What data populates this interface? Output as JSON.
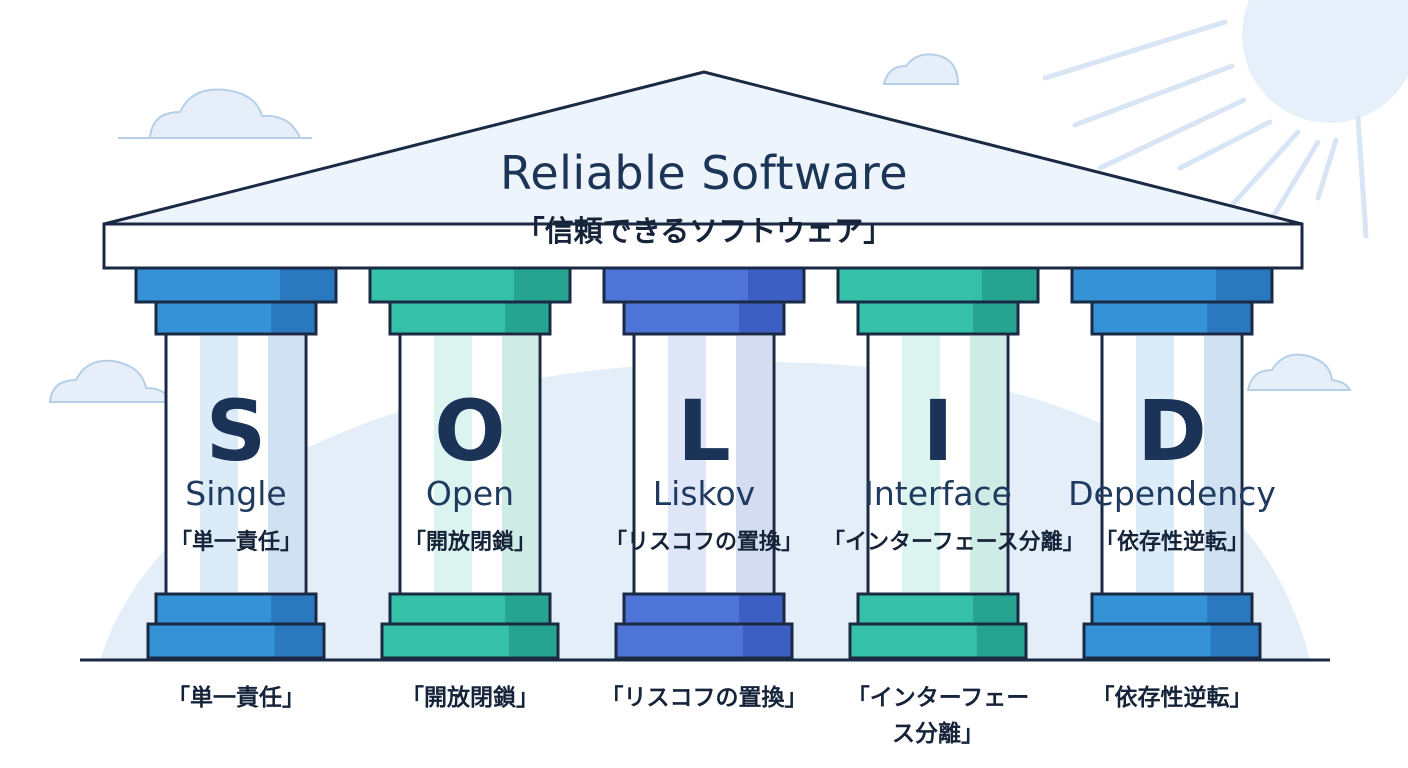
{
  "title": {
    "en": "Reliable Software",
    "ja": "「信頼できるソフトウェア」"
  },
  "pillars": [
    {
      "letter": "S",
      "english": "Single",
      "japanese": "「単一責任」",
      "caption": "「単一責任」",
      "color": "#3592d6",
      "shade": "#2a78bd"
    },
    {
      "letter": "O",
      "english": "Open",
      "japanese": "「開放閉鎖」",
      "caption": "「開放閉鎖」",
      "color": "#35c0a8",
      "shade": "#26a48f"
    },
    {
      "letter": "L",
      "english": "Liskov",
      "japanese": "「リスコフの置換」",
      "caption": "「リスコフの置換」",
      "color": "#4f74d8",
      "shade": "#3d5ec2"
    },
    {
      "letter": "I",
      "english": "Interface",
      "japanese": "「インターフェース分離」",
      "caption": "「インターフェース分離」",
      "color": "#35c0a8",
      "shade": "#26a48f"
    },
    {
      "letter": "D",
      "english": "Dependency",
      "japanese": "「依存性逆転」",
      "caption": "「依存性逆転」",
      "color": "#3592d6",
      "shade": "#2a78bd"
    }
  ],
  "colors": {
    "outline": "#1a2a44",
    "roof": "#eaf1fa",
    "sky": "#e3eef8",
    "text": "#1c3557"
  }
}
